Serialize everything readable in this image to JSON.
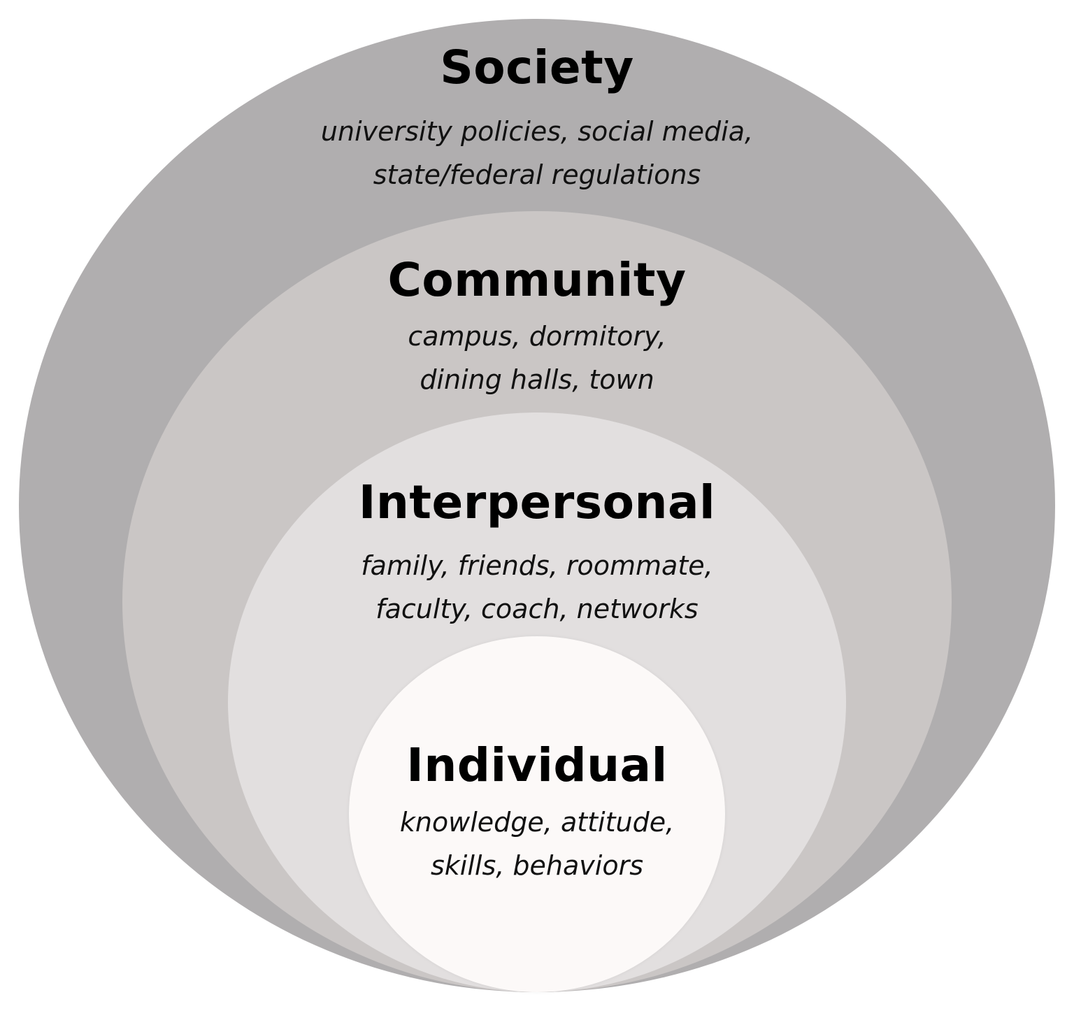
{
  "colors": {
    "society": "#b0aeaf",
    "community": "#cac6c5",
    "interpersonal": "#e2dfdf",
    "individual": "#fcf9f8",
    "text": "#000000"
  },
  "layers": {
    "society": {
      "title": "Society",
      "lines": [
        "university policies, social media,",
        "state/federal regulations"
      ]
    },
    "community": {
      "title": "Community",
      "lines": [
        "campus, dormitory,",
        "dining halls, town"
      ]
    },
    "interpersonal": {
      "title": "Interpersonal",
      "lines": [
        "family, friends, roommate,",
        "faculty, coach, networks"
      ]
    },
    "individual": {
      "title": "Individual",
      "lines": [
        "knowledge, attitude,",
        "skills, behaviors"
      ]
    }
  }
}
